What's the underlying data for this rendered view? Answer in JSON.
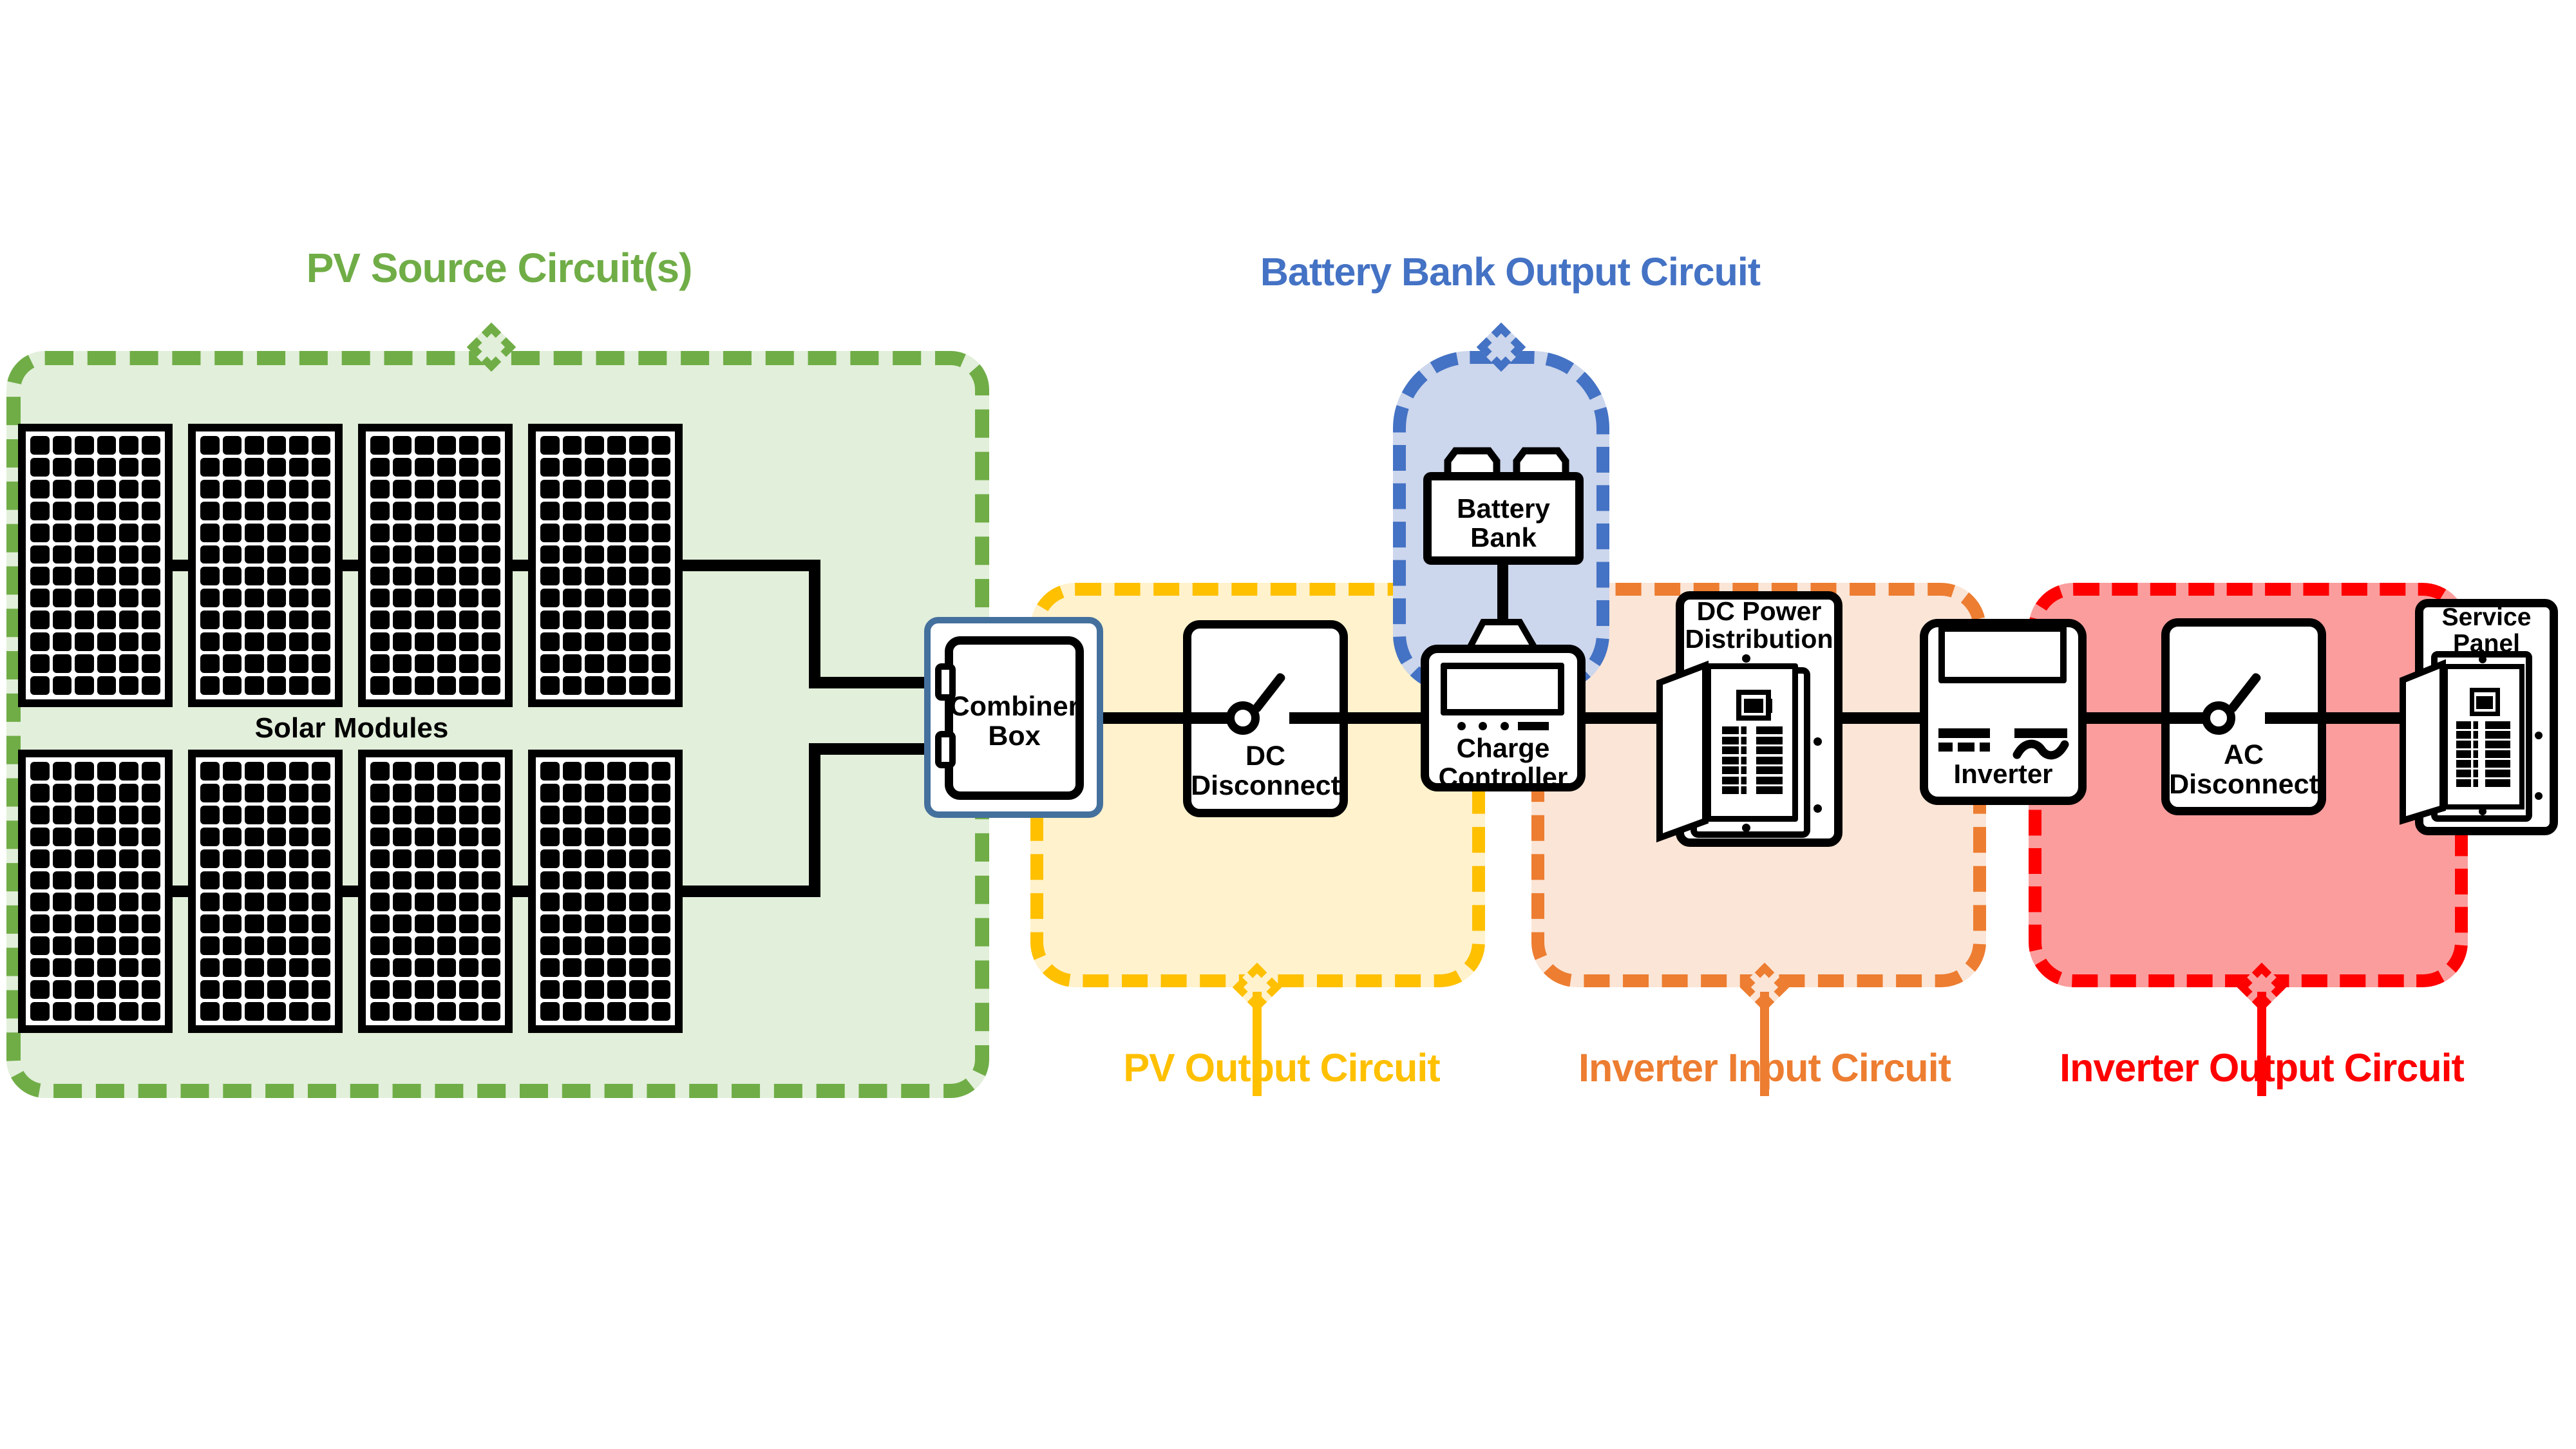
{
  "regions": {
    "pv_source": {
      "title": "PV Source Circuit(s)",
      "border": "#70AD47",
      "fill": "#E2EFDA"
    },
    "battery_bank_output": {
      "title": "Battery Bank Output Circuit",
      "border": "#4472C4",
      "fill": "#CCD6EC"
    },
    "pv_output": {
      "title": "PV Output Circuit",
      "border": "#FFC000",
      "fill": "#FFF2CC"
    },
    "inverter_input": {
      "title": "Inverter Input Circuit",
      "border": "#ED7D31",
      "fill": "#FBE5D6"
    },
    "inverter_output": {
      "title": "Inverter Output Circuit",
      "border": "#FF0000",
      "fill": "#FB9D9D"
    }
  },
  "components": {
    "solar_modules": {
      "label": "Solar Modules",
      "panel_count": 8,
      "cell_rows": 12,
      "cell_cols": 6
    },
    "combiner_box": {
      "line1": "Combiner",
      "line2": "Box"
    },
    "dc_disconnect": {
      "line1": "DC",
      "line2": "Disconnect"
    },
    "charge_controller": {
      "line1": "Charge",
      "line2": "Controller"
    },
    "battery_bank": {
      "line1": "Battery",
      "line2": "Bank"
    },
    "dc_power_distribution": {
      "line1": "DC Power",
      "line2": "Distribution",
      "breaker_rows": 7
    },
    "inverter": {
      "label": "Inverter"
    },
    "ac_disconnect": {
      "line1": "AC",
      "line2": "Disconnect"
    },
    "service_panel": {
      "line1": "Service",
      "line2": "Panel",
      "breaker_rows": 7
    }
  },
  "colors": {
    "wire": "#000000",
    "combiner_outline": "#44709D"
  }
}
